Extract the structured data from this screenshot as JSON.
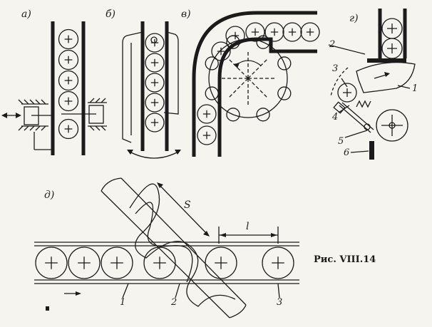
{
  "labels": {
    "a": "а)",
    "b": "б)",
    "v": "в)",
    "g": "г)",
    "d": "д)"
  },
  "panel_g_numbers": [
    "1",
    "2",
    "3",
    "4",
    "5",
    "6"
  ],
  "panel_d_numbers": [
    "1",
    "2",
    "3"
  ],
  "dims": {
    "s": "S",
    "l": "l"
  },
  "caption": "Рис. VIII.14"
}
